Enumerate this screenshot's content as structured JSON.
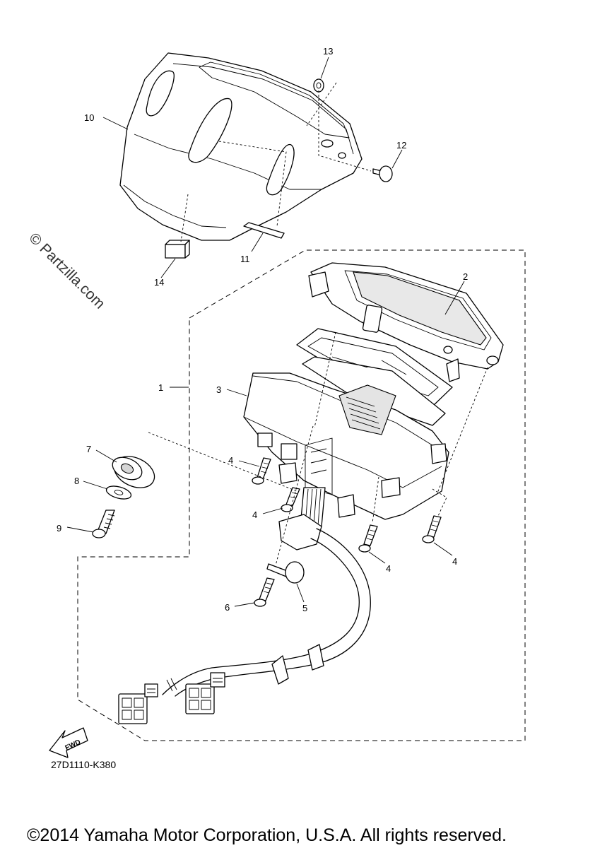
{
  "diagram": {
    "callouts": {
      "c1": "1",
      "c2": "2",
      "c3": "3",
      "c4a": "4",
      "c4b": "4",
      "c4c": "4",
      "c4d": "4",
      "c5": "5",
      "c6": "6",
      "c7": "7",
      "c8": "8",
      "c9": "9",
      "c10": "10",
      "c11": "11",
      "c12": "12",
      "c13": "13",
      "c14": "14"
    },
    "diagram_code": "27D1110-K380",
    "fwd_label": "FWD",
    "watermark": "© Partzilla.com",
    "copyright": "©2014 Yamaha Motor Corporation, U.S.A. All rights reserved."
  }
}
